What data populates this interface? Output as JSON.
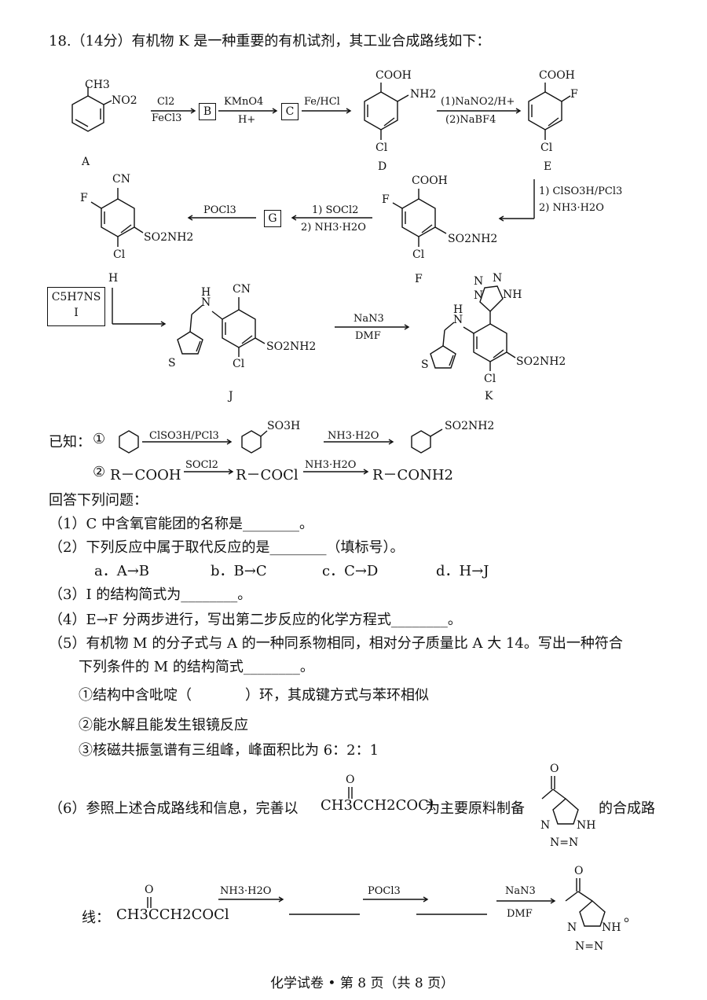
{
  "header": {
    "number": "18.",
    "score": "（14分）",
    "intro": "有机物 K 是一种重要的有机试剂，其工业合成路线如下："
  },
  "scheme": {
    "A": {
      "label": "A",
      "sub_ch3": "CH3",
      "sub_no2": "NO2"
    },
    "r1": {
      "top": "Cl2",
      "bottom": "FeCl3"
    },
    "B": "B",
    "r2": {
      "top": "KMnO4",
      "bottom": "H+"
    },
    "C": "C",
    "r3": {
      "top": "Fe/HCl"
    },
    "D": {
      "label": "D",
      "cooh": "COOH",
      "nh2": "NH2",
      "cl": "Cl"
    },
    "r4": {
      "top": "(1)NaNO2/H+",
      "bottom": "(2)NaBF4"
    },
    "E": {
      "label": "E",
      "cooh": "COOH",
      "f": "F",
      "cl": "Cl"
    },
    "r5": {
      "line1": "1) ClSO3H/PCl3",
      "line2": "2) NH3·H2O"
    },
    "F": {
      "label": "F",
      "cooh": "COOH",
      "f": "F",
      "so2nh2": "SO2NH2",
      "cl": "Cl"
    },
    "r6": {
      "line1": "1) SOCl2",
      "line2": "2) NH3·H2O"
    },
    "G": "G",
    "r7": {
      "top": "POCl3"
    },
    "H": {
      "label": "H",
      "cn": "CN",
      "f": "F",
      "so2nh2": "SO2NH2",
      "cl": "Cl"
    },
    "I": {
      "formula": "C5H7NS",
      "label": "I"
    },
    "J": {
      "label": "J",
      "cn": "CN",
      "nh": "H\nN",
      "s": "S",
      "so2nh2": "SO2NH2",
      "cl": "Cl"
    },
    "r8": {
      "top": "NaN3",
      "bottom": "DMF"
    },
    "K": {
      "label": "K",
      "n1": "N",
      "n2": "N",
      "n3": "N",
      "nh": "NH",
      "hn": "H\nN",
      "s": "S",
      "so2nh2": "SO2NH2",
      "cl": "Cl"
    }
  },
  "known": {
    "prefix": "已知：",
    "c1": "①",
    "k1_reagent": "ClSO3H/PCl3",
    "k1_prod": "SO3H",
    "k1_reagent2": "NH3·H2O",
    "k1_prod2": "SO2NH2",
    "c2": "②",
    "k2_start": "R－COOH",
    "k2_reagent1": "SOCl2",
    "k2_mid": "R－COCl",
    "k2_reagent2": "NH3·H2O",
    "k2_end": "R－CONH2"
  },
  "questions": {
    "intro": "回答下列问题：",
    "q1": "（1）C 中含氧官能团的名称是________。",
    "q2": "（2）下列反应中属于取代反应的是________（填标号）。",
    "q2_a": "a．A→B",
    "q2_b": "b．B→C",
    "q2_c": "c．C→D",
    "q2_d": "d．H→J",
    "q3": "（3）I 的结构简式为________。",
    "q4": "（4）E→F 分两步进行，写出第二步反应的化学方程式________。",
    "q5_l1": "（5）有机物 M 的分子式与 A 的一种同系物相同，相对分子质量比 A 大 14。写出一种符合",
    "q5_l2": "下列条件的 M 的结构简式________。",
    "q5_c1": "①结构中含吡啶（",
    "q5_c1b": "）环，其成键方式与苯环相似",
    "q5_c2": "②能水解且能发生银镜反应",
    "q5_c3": "③核磁共振氢谱有三组峰，峰面积比为 6：2：1",
    "q6_l1a": "（6）参照上述合成路线和信息，完善以",
    "q6_l1b": "CH3CCH2COCl",
    "q6_o": "O",
    "q6_l1c": "为主要原料制备",
    "q6_l1d": "的合成路",
    "q6_line_label": "线：",
    "q6_start": "CH3CCH2COCl",
    "q6_r1": "NH3·H2O",
    "q6_r2": "POCl3",
    "q6_r3": "NaN3",
    "q6_r3b": "DMF",
    "q6_end_mark": "。"
  },
  "footer": "化学试卷 • 第 8 页（共 8 页）"
}
